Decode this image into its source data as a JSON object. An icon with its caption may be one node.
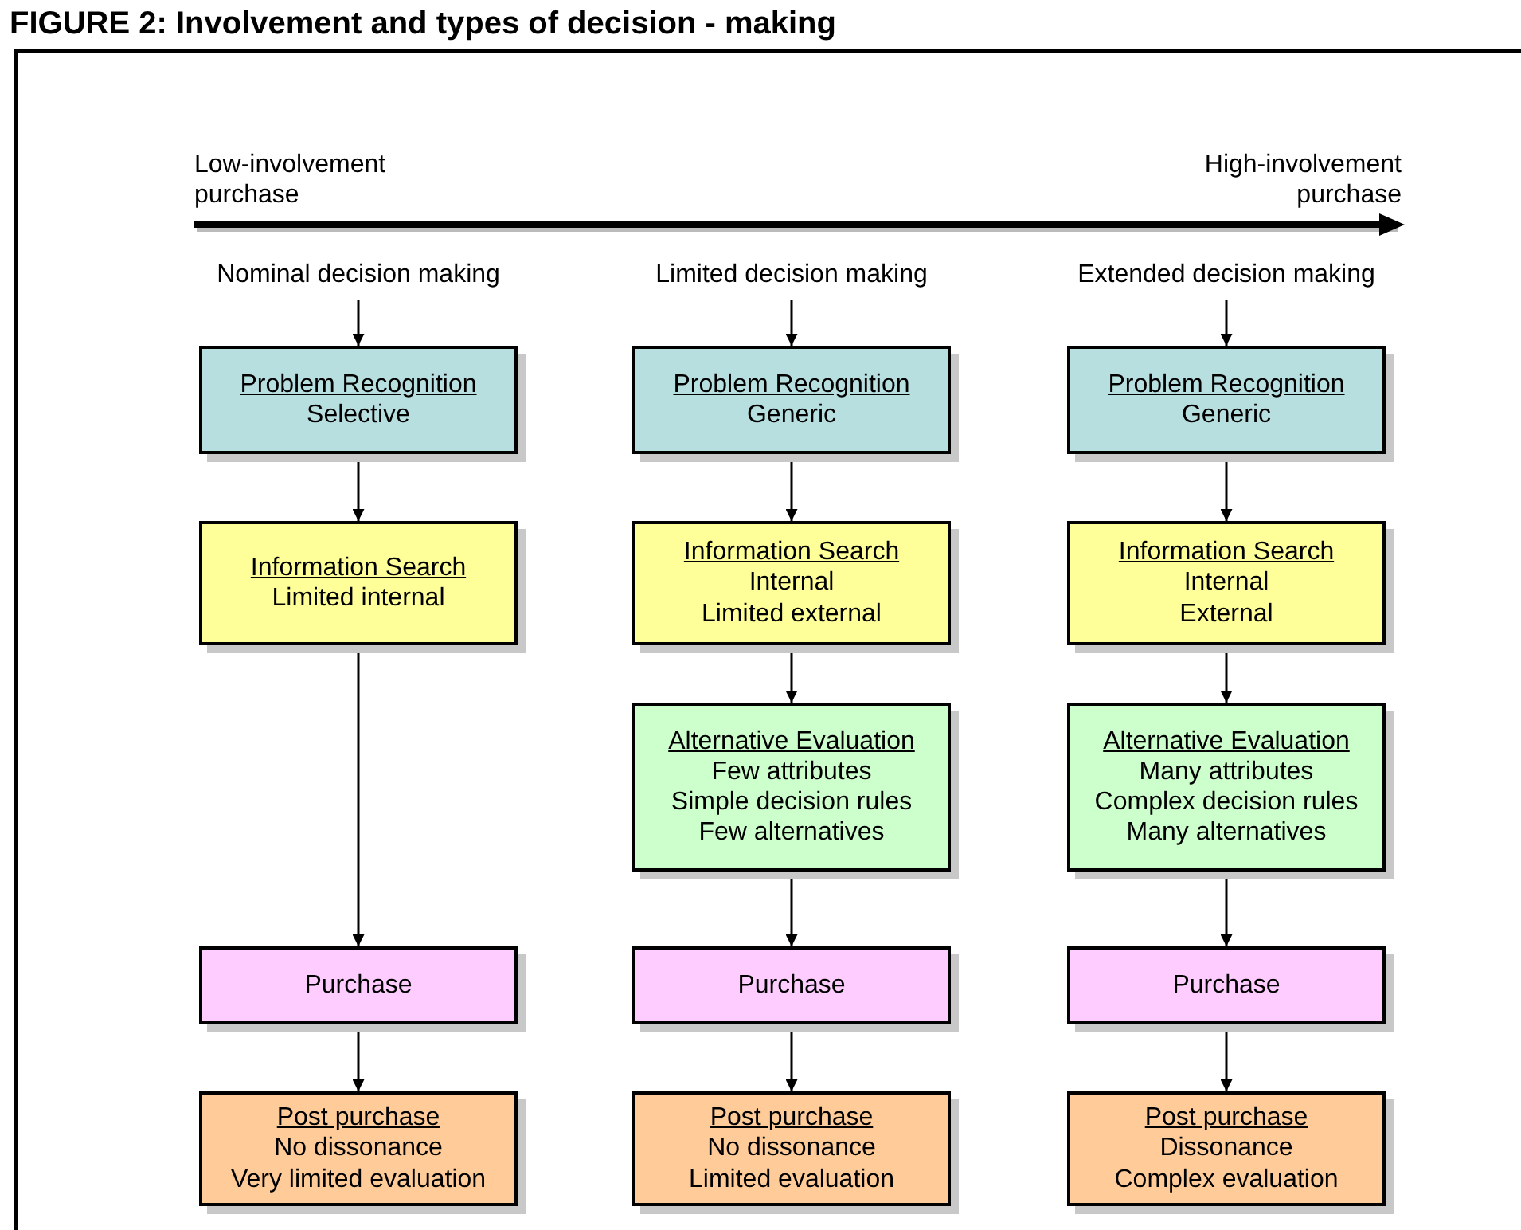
{
  "diagram": {
    "title": "FIGURE 2: Involvement and types of decision - making",
    "nodes": [
      {
        "text": [
          "Nominal decision making"
        ]
      },
      {
        "text": [
          "Problem Recognition",
          "Selective"
        ]
      },
      {
        "text": [
          "Information Search",
          "Limited internal"
        ]
      },
      {
        "text": [
          "Purchase"
        ]
      },
      {
        "text": [
          "Post purchase",
          "No dissonance",
          "Very limited evaluation"
        ]
      },
      {
        "text": [
          "Limited decision making"
        ]
      },
      {
        "text": [
          "Problem Recognition",
          "Generic"
        ]
      },
      {
        "text": [
          "Information Search",
          "Internal",
          "Limited external"
        ]
      },
      {
        "text": [
          "Alternative Evaluation",
          "Few attributes",
          "Simple decision rules",
          "Few alternatives"
        ]
      },
      {
        "text": [
          "Purchase"
        ]
      },
      {
        "text": [
          "Post purchase",
          "No dissonance",
          "Limited evaluation"
        ]
      },
      {
        "text": [
          "Extended decision making"
        ]
      },
      {
        "text": [
          "Problem Recognition",
          "Generic"
        ]
      },
      {
        "text": [
          "Information Search",
          "Internal",
          "External"
        ]
      },
      {
        "text": [
          "Alternative Evaluation",
          "Many attributes",
          "Complex decision rules",
          "Many alternatives"
        ]
      },
      {
        "text": [
          "Purchase"
        ]
      },
      {
        "text": [
          "Post purchase",
          "Dissonance",
          "Complex evaluation"
        ]
      }
    ],
    "edges": [
      {
        "from": 0,
        "to": 1,
        "arrow": "to"
      },
      {
        "from": 1,
        "to": 2,
        "arrow": "to"
      },
      {
        "from": 2,
        "to": 3,
        "arrow": "to"
      },
      {
        "from": 3,
        "to": 4,
        "arrow": "to"
      },
      {
        "from": 5,
        "to": 6,
        "arrow": "to"
      },
      {
        "from": 6,
        "to": 7,
        "arrow": "to"
      },
      {
        "from": 7,
        "to": 8,
        "arrow": "to"
      },
      {
        "from": 8,
        "to": 9,
        "arrow": "to"
      },
      {
        "from": 9,
        "to": 10,
        "arrow": "to"
      },
      {
        "from": 11,
        "to": 12,
        "arrow": "to"
      },
      {
        "from": 12,
        "to": 13,
        "arrow": "to"
      },
      {
        "from": 13,
        "to": 14,
        "arrow": "to"
      },
      {
        "from": 14,
        "to": 15,
        "arrow": "to"
      },
      {
        "from": 15,
        "to": 16,
        "arrow": "to"
      }
    ],
    "labels": [
      "Low-involvement purchase",
      "High-involvement purchase"
    ]
  }
}
